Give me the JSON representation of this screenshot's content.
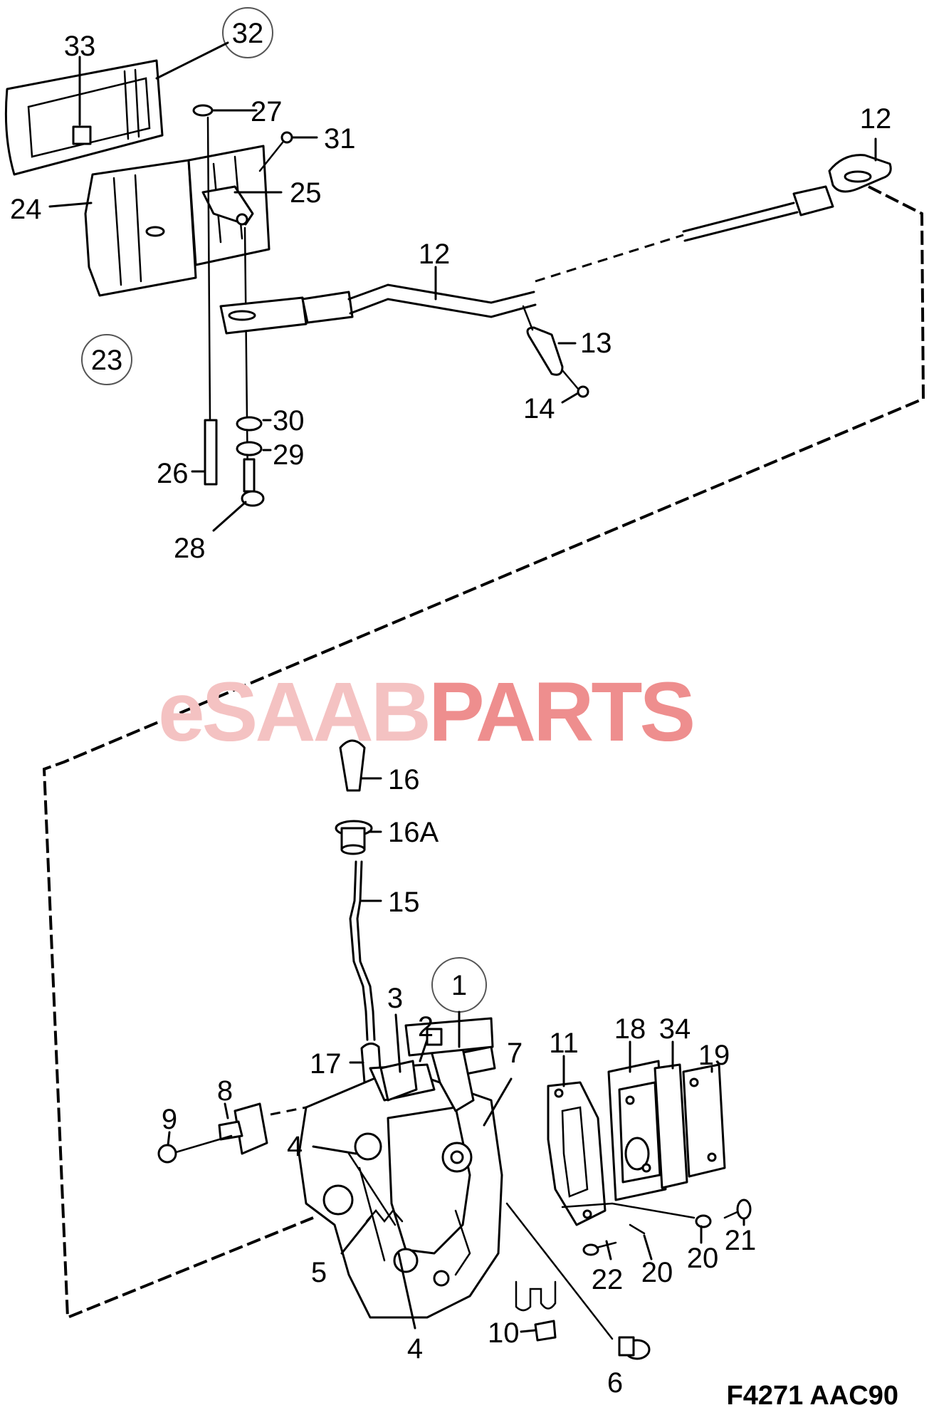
{
  "watermark": {
    "prefix": "eSAAB",
    "suffix": "PARTS",
    "prefix_color": "#f4c2c2",
    "suffix_color": "#ee8e8e"
  },
  "figure_code": "F4271 AAC90",
  "callouts": {
    "c32": "32",
    "c33": "33",
    "c27": "27",
    "c31": "31",
    "c24": "24",
    "c25": "25",
    "c23": "23",
    "c12a": "12",
    "c12b": "12",
    "c13": "13",
    "c14": "14",
    "c30": "30",
    "c29": "29",
    "c26": "26",
    "c28": "28",
    "c16": "16",
    "c16a": "16A",
    "c15": "15",
    "c1": "1",
    "c3": "3",
    "c2": "2",
    "c17": "17",
    "c7": "7",
    "c11": "11",
    "c18": "18",
    "c34": "34",
    "c19": "19",
    "c8": "8",
    "c9": "9",
    "c4a": "4",
    "c5": "5",
    "c4b": "4",
    "c10": "10",
    "c6": "6",
    "c22": "22",
    "c20a": "20",
    "c20b": "20",
    "c21": "21"
  }
}
